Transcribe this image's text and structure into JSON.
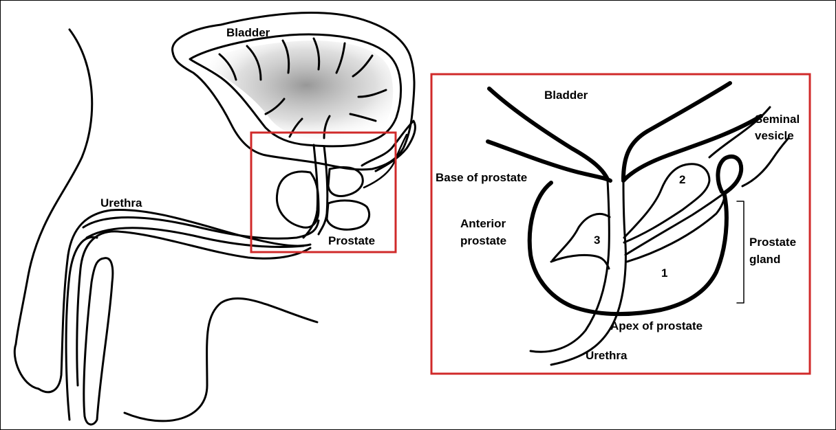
{
  "colors": {
    "frame_border": "#000000",
    "highlight_box": "#d02a2a",
    "ink": "#000000",
    "bladder_shading": "#9a9a9a"
  },
  "overview": {
    "labels": {
      "bladder": "Bladder",
      "urethra": "Urethra",
      "prostate": "Prostate"
    }
  },
  "detail": {
    "labels": {
      "bladder": "Bladder",
      "seminal_vesicle_line1": "Seminal",
      "seminal_vesicle_line2": "vesicle",
      "base_of_prostate": "Base of prostate",
      "anterior_prostate_line1": "Anterior",
      "anterior_prostate_line2": "prostate",
      "prostate_gland_line1": "Prostate",
      "prostate_gland_line2": "gland",
      "apex_of_prostate": "Apex of prostate",
      "urethra": "Urethra",
      "zone_1": "1",
      "zone_2": "2",
      "zone_3": "3"
    }
  }
}
